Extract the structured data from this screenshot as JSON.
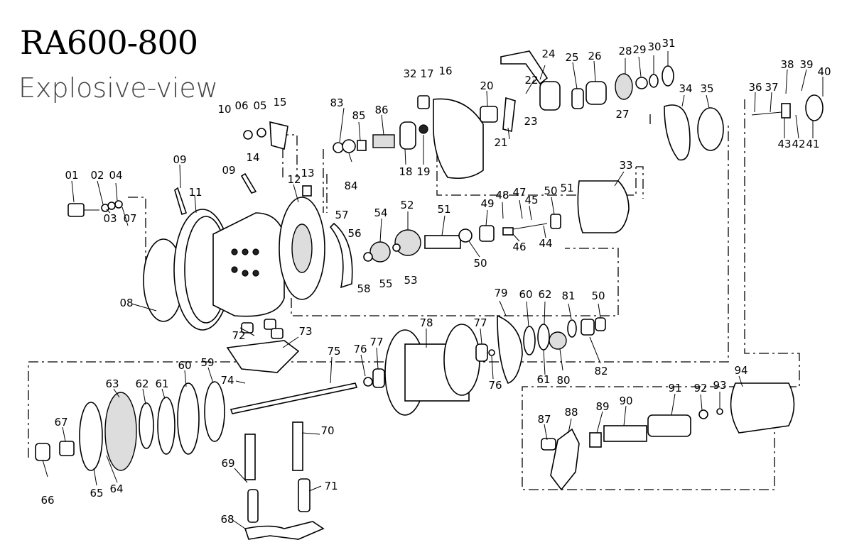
{
  "title": "RA600-800",
  "subtitle": "Explosive-view",
  "labels": [
    "01",
    "02",
    "03",
    "04",
    "05",
    "06",
    "07",
    "08",
    "09",
    "09",
    "10",
    "11",
    "12",
    "13",
    "14",
    "15",
    "16",
    "17",
    "18",
    "19",
    "20",
    "21",
    "22",
    "23",
    "24",
    "25",
    "26",
    "27",
    "28",
    "29",
    "30",
    "31",
    "32",
    "33",
    "34",
    "35",
    "36",
    "37",
    "38",
    "39",
    "40",
    "41",
    "42",
    "43",
    "44",
    "45",
    "46",
    "47",
    "48",
    "49",
    "50",
    "50",
    "50",
    "51",
    "51",
    "52",
    "53",
    "54",
    "55",
    "56",
    "57",
    "58",
    "59",
    "60",
    "60",
    "61",
    "61",
    "62",
    "62",
    "63",
    "64",
    "65",
    "66",
    "67",
    "68",
    "69",
    "70",
    "71",
    "72",
    "73",
    "74",
    "75",
    "76",
    "76",
    "77",
    "77",
    "78",
    "79",
    "80",
    "81",
    "82",
    "83",
    "84",
    "85",
    "86",
    "87",
    "88",
    "89",
    "90",
    "91",
    "92",
    "93",
    "94"
  ]
}
